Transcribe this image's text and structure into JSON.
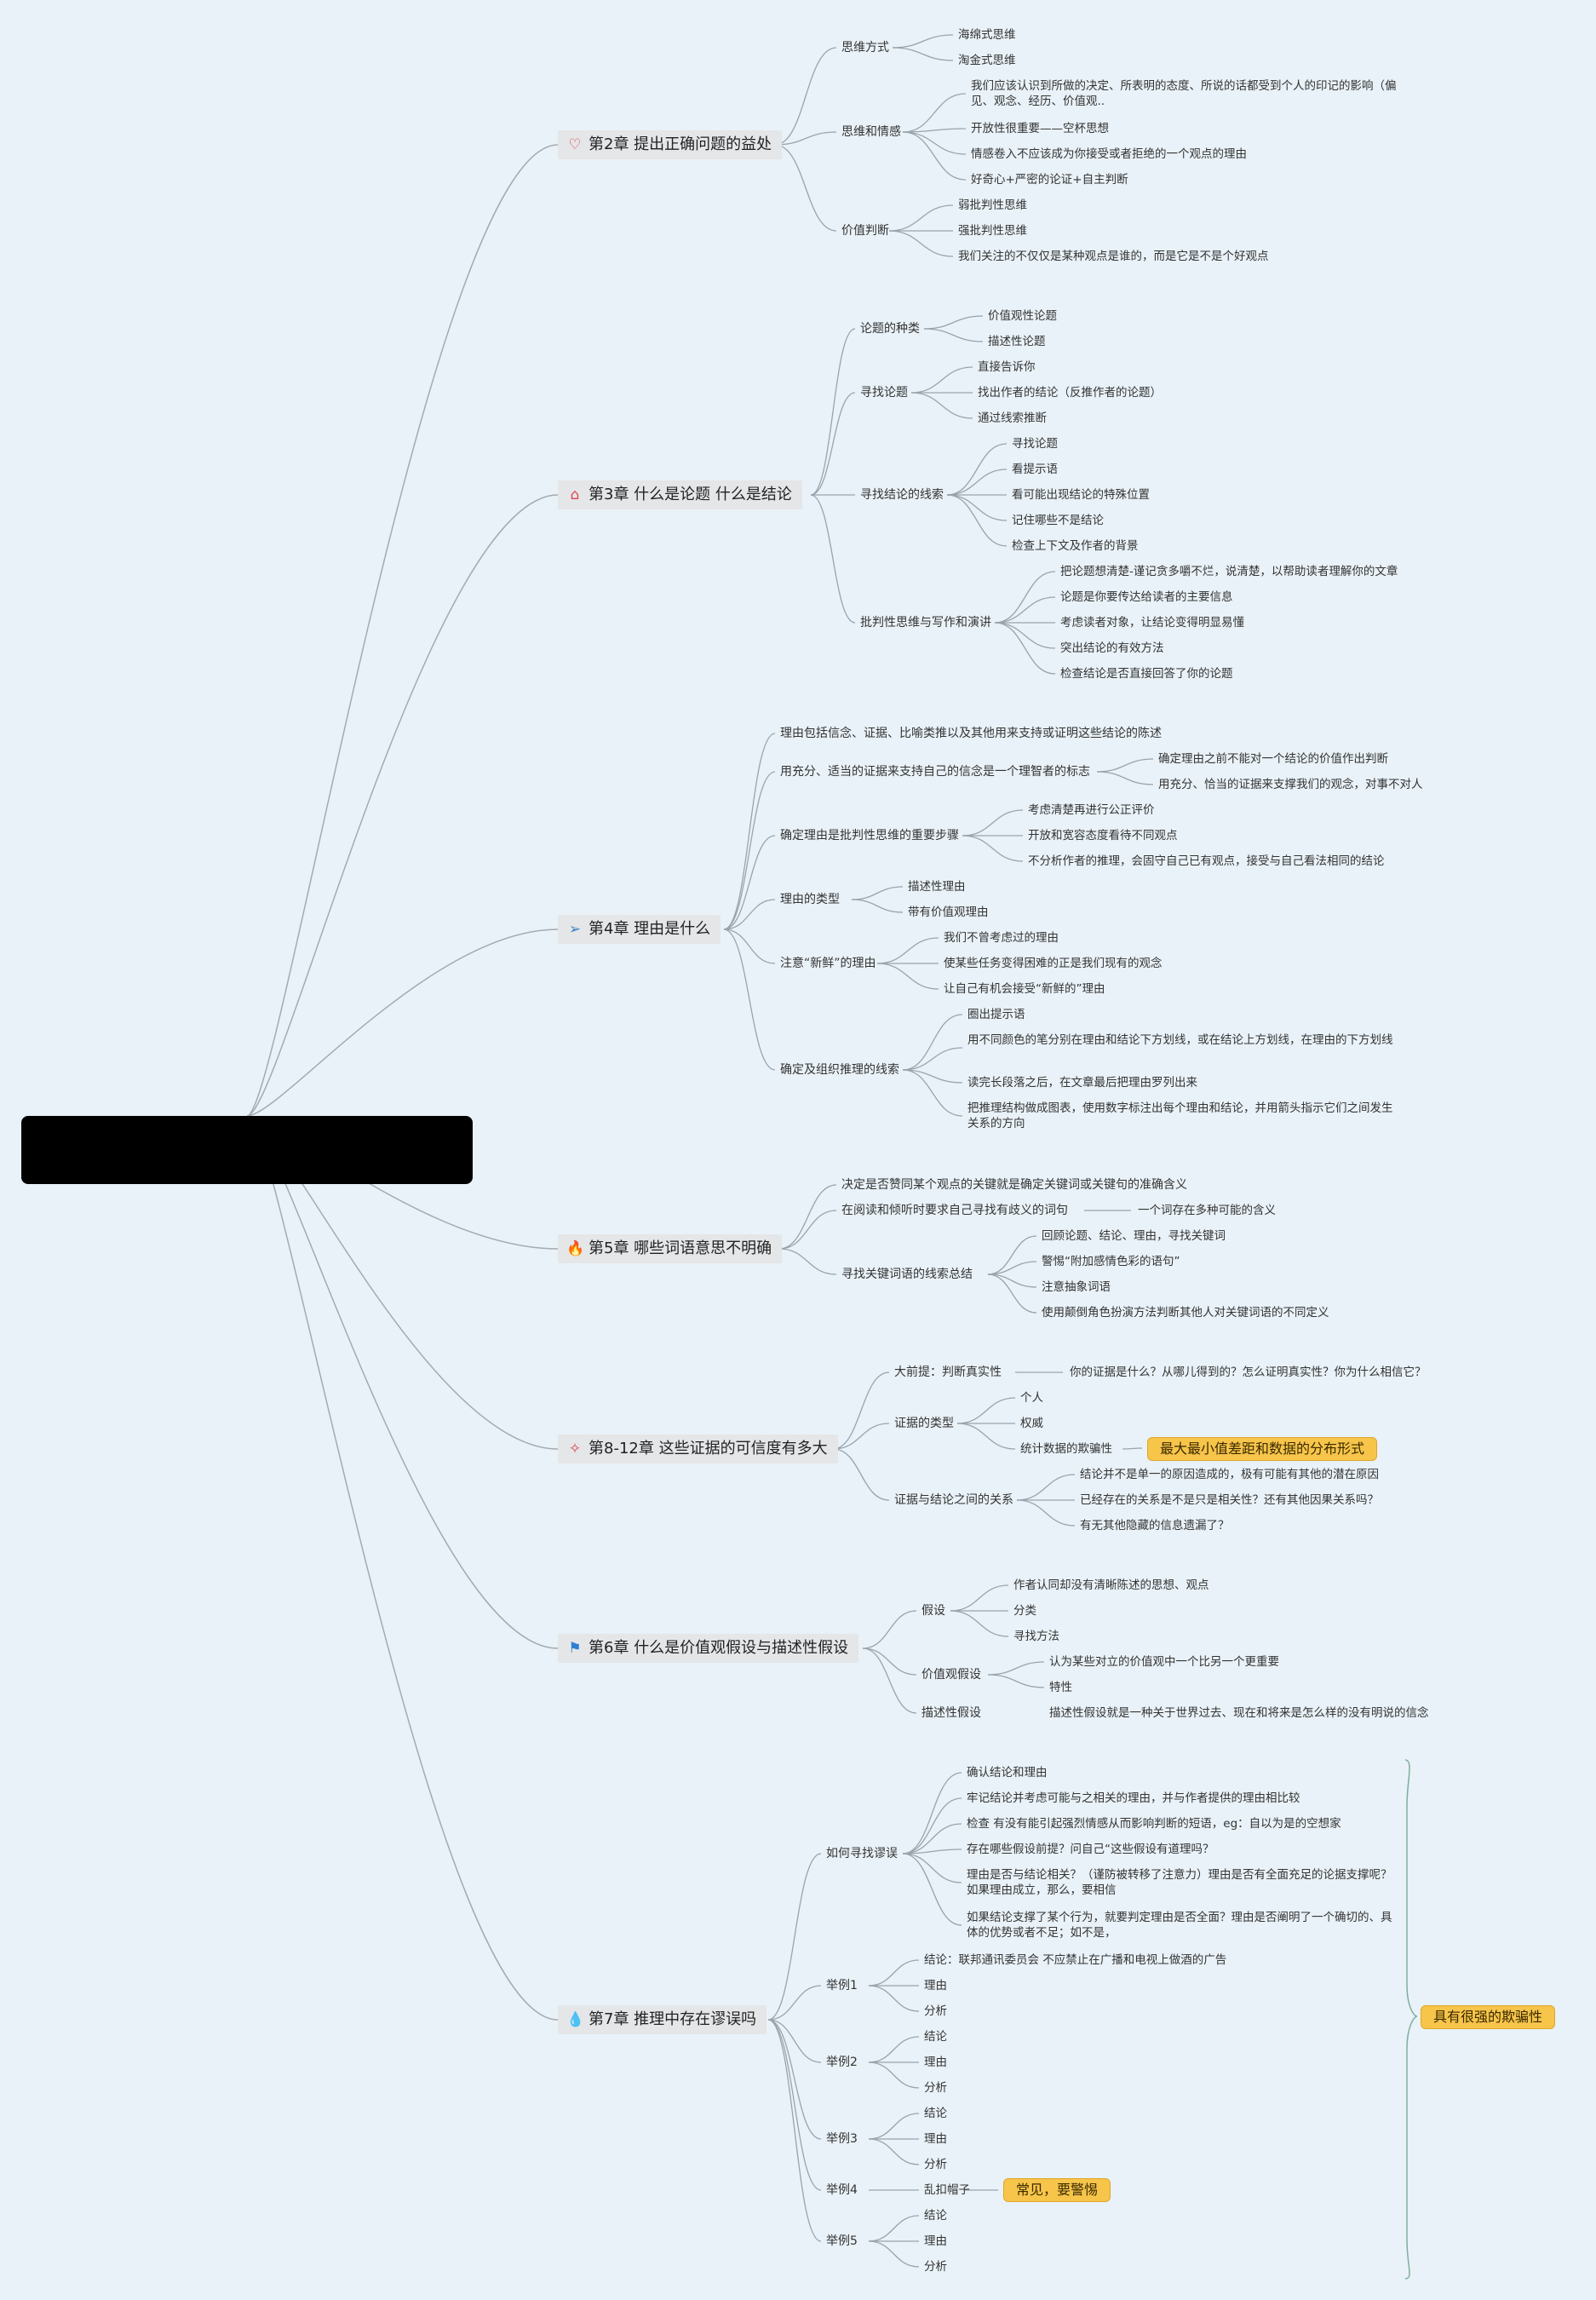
{
  "chapters": [
    {
      "title": "第2章 提出正确问题的益处",
      "icon": "heart-icon",
      "color": "#e0454d",
      "groups": [
        {
          "label": "思维方式",
          "items": [
            "海绵式思维",
            "淘金式思维"
          ]
        },
        {
          "label": "思维和情感",
          "items": [
            "我们应该认识到所做的决定、所表明的态度、所说的话都受到个人的印记的影响（偏见、观念、经历、价值观..",
            "开放性很重要——空杯思想",
            "情感卷入不应该成为你接受或者拒绝的一个观点的理由",
            "好奇心+严密的论证+自主判断"
          ]
        },
        {
          "label": "价值判断",
          "items": [
            "弱批判性思维",
            "强批判性思维",
            "我们关注的不仅仅是某种观点是谁的，而是它是不是个好观点"
          ]
        }
      ]
    },
    {
      "title": "第3章 什么是论题 什么是结论",
      "icon": "home-icon",
      "color": "#e0454d",
      "groups": [
        {
          "label": "论题的种类",
          "items": [
            "价值观性论题",
            "描述性论题"
          ]
        },
        {
          "label": "寻找论题",
          "items": [
            "直接告诉你",
            "找出作者的结论（反推作者的论题）",
            "通过线索推断"
          ]
        },
        {
          "label": "寻找结论的线索",
          "items": [
            "寻找论题",
            "看提示语",
            "看可能出现结论的特殊位置",
            "记住哪些不是结论",
            "检查上下文及作者的背景"
          ]
        },
        {
          "label": "批判性思维与写作和演讲",
          "items": [
            "把论题想清楚-谨记贪多嚼不烂，说清楚，以帮助读者理解你的文章",
            "论题是你要传达给读者的主要信息",
            "考虑读者对象，让结论变得明显易懂",
            "突出结论的有效方法",
            "检查结论是否直接回答了你的论题"
          ]
        }
      ]
    },
    {
      "title": "第4章 理由是什么",
      "icon": "paper-plane-icon",
      "color": "#3b82c4",
      "groups": [
        {
          "label": "理由包括信念、证据、比喻类推以及其他用来支持或证明这些结论的陈述",
          "items": []
        },
        {
          "label": "用充分、适当的证据来支持自己的信念是一个理智者的标志",
          "items": [
            "确定理由之前不能对一个结论的价值作出判断",
            "用充分、恰当的证据来支撑我们的观念，对事不对人"
          ]
        },
        {
          "label": "确定理由是批判性思维的重要步骤",
          "items": [
            "考虑清楚再进行公正评价",
            "开放和宽容态度看待不同观点",
            "不分析作者的推理，会固守自己已有观点，接受与自己看法相同的结论"
          ]
        },
        {
          "label": "理由的类型",
          "items": [
            "描述性理由",
            "带有价值观理由"
          ]
        },
        {
          "label": "注意“新鲜”的理由",
          "items": [
            "我们不曾考虑过的理由",
            "使某些任务变得困难的正是我们现有的观念",
            "让自己有机会接受“新鲜的”理由"
          ]
        },
        {
          "label": "确定及组织推理的线索",
          "items": [
            "圈出提示语",
            "用不同颜色的笔分别在理由和结论下方划线，或在结论上方划线，在理由的下方划线",
            "读完长段落之后，在文章最后把理由罗列出来",
            "把推理结构做成图表，使用数字标注出每个理由和结论，并用箭头指示它们之间发生关系的方向"
          ]
        }
      ]
    },
    {
      "title": "第5章 哪些词语意思不明确",
      "icon": "fire-icon",
      "color": "#e0454d",
      "groups": [
        {
          "label": "决定是否赞同某个观点的关键就是确定关键词或关键句的准确含义",
          "items": []
        },
        {
          "label": "在阅读和倾听时要求自己寻找有歧义的词句",
          "items": [
            "一个词存在多种可能的含义"
          ]
        },
        {
          "label": "寻找关键词语的线索总结",
          "items": [
            "回顾论题、结论、理由，寻找关键词",
            "警惕“附加感情色彩的语句”",
            "注意抽象词语",
            "使用颠倒角色扮演方法判断其他人对关键词语的不同定义"
          ]
        }
      ]
    },
    {
      "title": "第8-12章 这些证据的可信度有多大",
      "icon": "sparkle-icon",
      "color": "#e0454d",
      "groups": [
        {
          "label": "大前提：判断真实性",
          "items": [
            "你的证据是什么？从哪儿得到的？怎么证明真实性？你为什么相信它？"
          ]
        },
        {
          "label": "证据的类型",
          "items": [
            "个人",
            "权威",
            "统计数据的欺骗性"
          ]
        },
        {
          "label": "证据与结论之间的关系",
          "items": [
            "结论并不是单一的原因造成的，极有可能有其他的潜在原因",
            "已经存在的关系是不是只是相关性？还有其他因果关系吗？",
            "有无其他隐藏的信息遗漏了？"
          ]
        }
      ]
    },
    {
      "title": "第6章  什么是价值观假设与描述性假设",
      "icon": "flag-icon",
      "color": "#2d7fd1",
      "groups": [
        {
          "label": "假设",
          "items": [
            "作者认同却没有清晰陈述的思想、观点",
            "分类",
            "寻找方法"
          ]
        },
        {
          "label": "价值观假设",
          "items": [
            "认为某些对立的价值观中一个比另一个更重要",
            "特性"
          ]
        },
        {
          "label": "描述性假设",
          "items": [
            "描述性假设就是一种关于世界过去、现在和将来是怎么样的没有明说的信念"
          ]
        }
      ]
    },
    {
      "title": "第7章 推理中存在谬误吗",
      "icon": "droplet-icon",
      "color": "#3b82c4",
      "groups": [
        {
          "label": "如何寻找谬误",
          "items": [
            "确认结论和理由",
            "牢记结论并考虑可能与之相关的理由，并与作者提供的理由相比较",
            "检查 有没有能引起强烈情感从而影响判断的短语，eg：自以为是的空想家",
            "存在哪些假设前提？问自己“这些假设有道理吗？",
            "理由是否与结论相关？（谨防被转移了注意力）理由是否有全面充足的论据支撑呢？如果理由成立，那么，要相信",
            "如果结论支撑了某个行为，就要判定理由是否全面？理由是否阐明了一个确切的、具体的优势或者不足；如不是，"
          ]
        },
        {
          "label": "举例1",
          "items": [
            "结论：联邦通讯委员会 不应禁止在广播和电视上做酒的广告",
            "理由",
            "分析"
          ]
        },
        {
          "label": "举例2",
          "items": [
            "结论",
            "理由",
            "分析"
          ]
        },
        {
          "label": "举例3",
          "items": [
            "结论",
            "理由",
            "分析"
          ]
        },
        {
          "label": "举例4",
          "items": [
            "乱扣帽子"
          ]
        },
        {
          "label": "举例5",
          "items": [
            "结论",
            "理由",
            "分析"
          ]
        }
      ]
    }
  ],
  "badges": {
    "stats": "最大最小值差距和数据的分布形式",
    "common": "常见，要警惕",
    "deceptive": "具有很强的欺骗性"
  }
}
